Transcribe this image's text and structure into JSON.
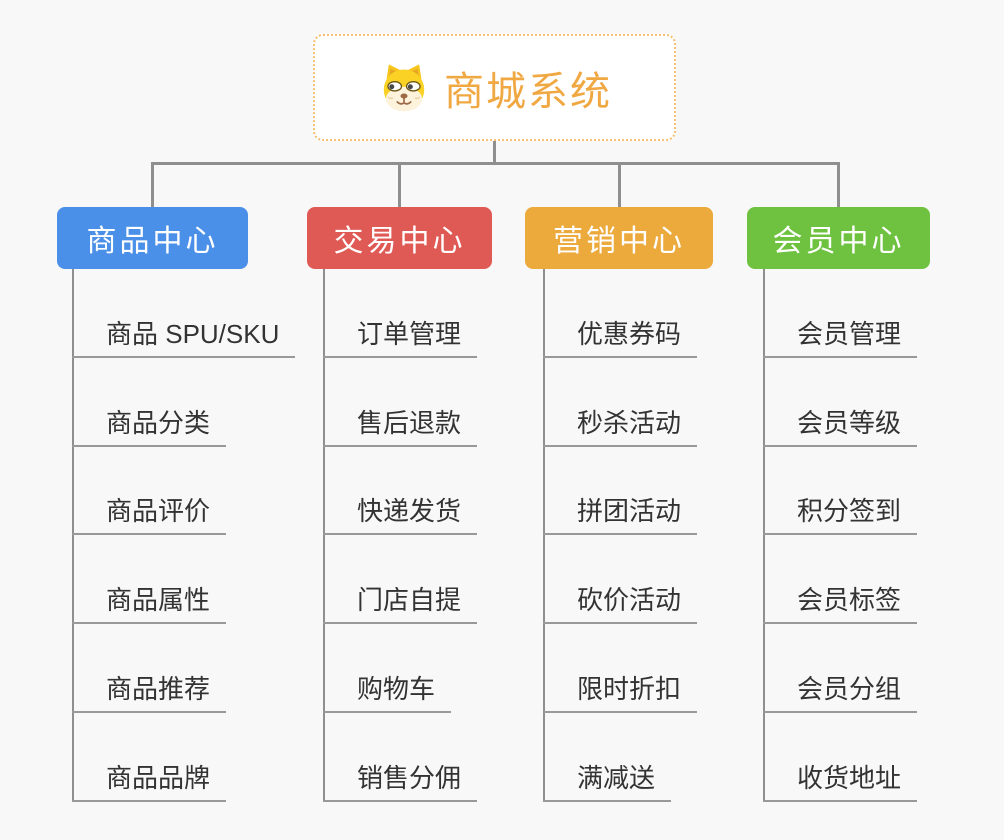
{
  "page": {
    "background": "#f8f8f8"
  },
  "root": {
    "title": "商城系统",
    "title_color": "#f0a843",
    "border_color": "#f5c070",
    "icon": "dog-face-icon"
  },
  "connector_color": "#8f8f8f",
  "branches": [
    {
      "label": "商品中心",
      "color": "#4b90e8",
      "children": [
        "商品 SPU/SKU",
        "商品分类",
        "商品评价",
        "商品属性",
        "商品推荐",
        "商品品牌"
      ]
    },
    {
      "label": "交易中心",
      "color": "#e05a55",
      "children": [
        "订单管理",
        "售后退款",
        "快递发货",
        "门店自提",
        "购物车",
        "销售分佣"
      ]
    },
    {
      "label": "营销中心",
      "color": "#ecaa3d",
      "children": [
        "优惠券码",
        "秒杀活动",
        "拼团活动",
        "砍价活动",
        "限时折扣",
        "满减送"
      ]
    },
    {
      "label": "会员中心",
      "color": "#6ec23f",
      "children": [
        "会员管理",
        "会员等级",
        "积分签到",
        "会员标签",
        "会员分组",
        "收货地址"
      ]
    }
  ]
}
